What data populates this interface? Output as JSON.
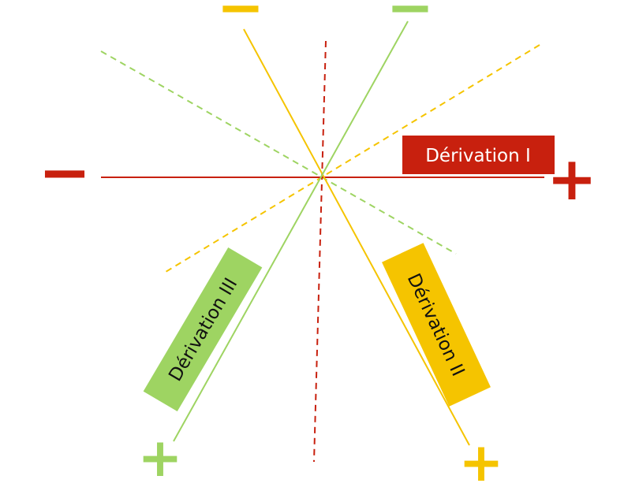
{
  "colors": {
    "lead1": "#c8200e",
    "lead2": "#f5c400",
    "lead3": "#9ed462"
  },
  "leads": [
    {
      "label": "Dérivation I",
      "negative": "−",
      "positive": "+"
    },
    {
      "label": "Dérivation II",
      "negative": "−",
      "positive": "+"
    },
    {
      "label": "Dérivation III",
      "negative": "−",
      "positive": "+"
    }
  ]
}
